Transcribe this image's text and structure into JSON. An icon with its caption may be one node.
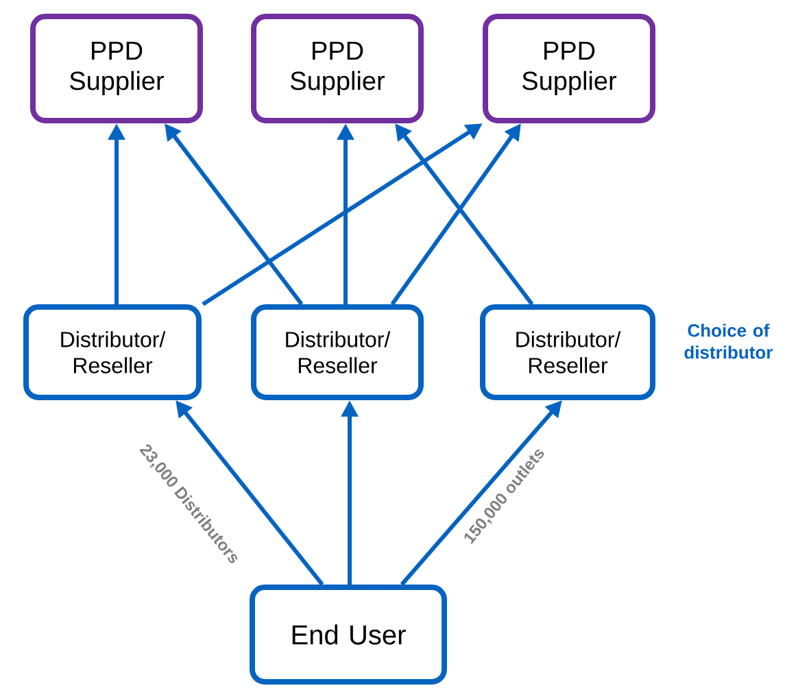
{
  "diagram": {
    "nodes": [
      {
        "text": [
          "PPD Supplier"
        ]
      },
      {
        "text": [
          "PPD Supplier"
        ]
      },
      {
        "text": [
          "PPD Supplier"
        ]
      },
      {
        "text": [
          "Distributor/ Reseller"
        ]
      },
      {
        "text": [
          "Distributor/ Reseller"
        ]
      },
      {
        "text": [
          "Distributor/ Reseller"
        ],
        "beside": [
          "Choice of distributor"
        ]
      },
      {
        "text": [
          "End User"
        ]
      }
    ],
    "edges": [
      {
        "from": 3,
        "to": 0,
        "arrow": "to"
      },
      {
        "from": 3,
        "to": 2,
        "arrow": "to"
      },
      {
        "from": 4,
        "to": 0,
        "arrow": "to"
      },
      {
        "from": 4,
        "to": 1,
        "arrow": "to"
      },
      {
        "from": 4,
        "to": 2,
        "arrow": "to"
      },
      {
        "from": 5,
        "to": 1,
        "arrow": "to"
      },
      {
        "from": 6,
        "to": 3,
        "arrow": "to",
        "label": "23,000 Distributors"
      },
      {
        "from": 6,
        "to": 4,
        "arrow": "to"
      },
      {
        "from": 6,
        "to": 5,
        "arrow": "to",
        "label": "150,000 outlets"
      }
    ]
  }
}
